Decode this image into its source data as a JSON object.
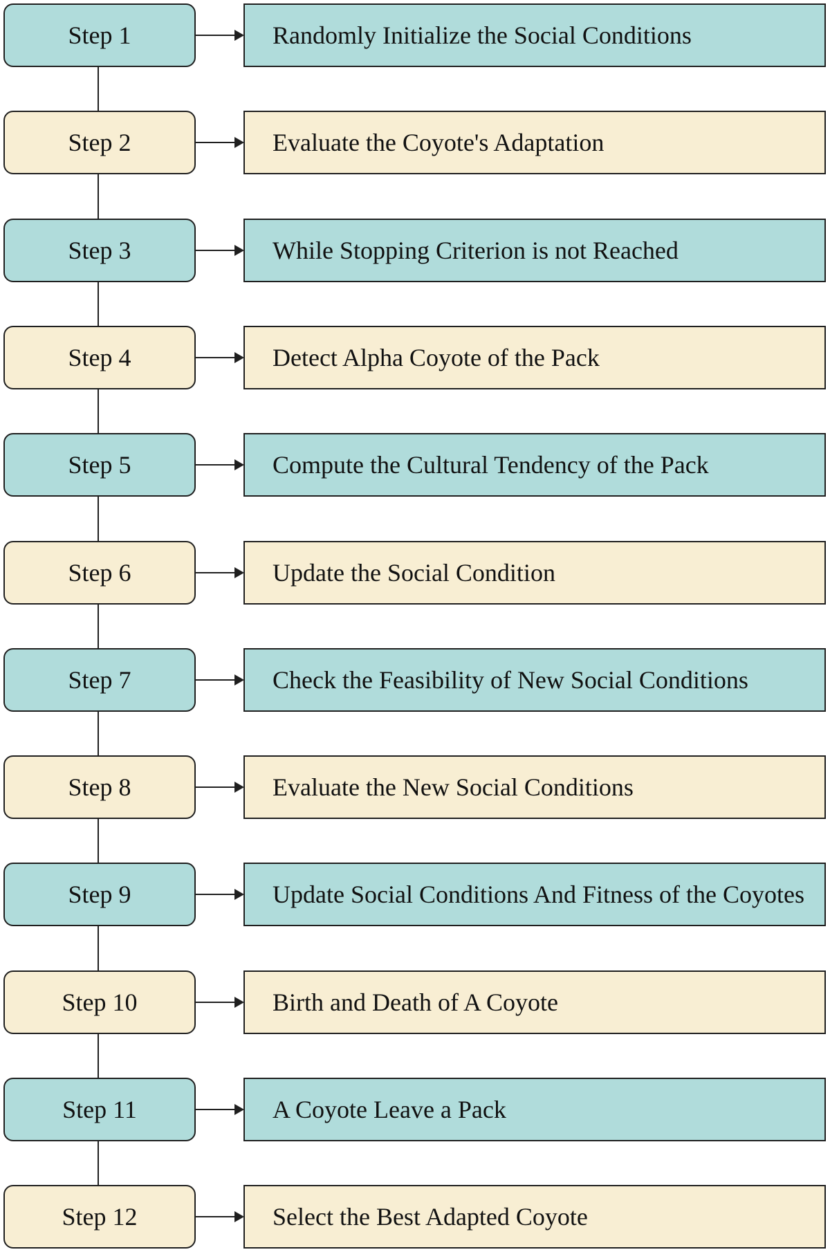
{
  "colors": {
    "teal": "#b0dcdb",
    "cream": "#f8eed3",
    "stroke": "#1f1f1f"
  },
  "steps": [
    {
      "label": "Step 1",
      "text": "Randomly Initialize the Social Conditions",
      "color": "teal"
    },
    {
      "label": "Step 2",
      "text": "Evaluate the Coyote's Adaptation",
      "color": "cream"
    },
    {
      "label": "Step 3",
      "text": "While Stopping Criterion is not Reached",
      "color": "teal"
    },
    {
      "label": "Step 4",
      "text": "Detect Alpha Coyote of the Pack",
      "color": "cream"
    },
    {
      "label": "Step 5",
      "text": "Compute the Cultural Tendency of the Pack",
      "color": "teal"
    },
    {
      "label": "Step 6",
      "text": "Update the Social Condition",
      "color": "cream"
    },
    {
      "label": "Step 7",
      "text": "Check the Feasibility of New Social Conditions",
      "color": "teal"
    },
    {
      "label": "Step 8",
      "text": "Evaluate the New Social Conditions",
      "color": "cream"
    },
    {
      "label": "Step 9",
      "text": "Update Social Conditions And Fitness of the Coyotes",
      "color": "teal"
    },
    {
      "label": "Step 10",
      "text": "Birth and Death of A Coyote",
      "color": "cream"
    },
    {
      "label": "Step 11",
      "text": "A Coyote Leave a Pack",
      "color": "teal"
    },
    {
      "label": "Step 12",
      "text": "Select the Best Adapted Coyote",
      "color": "cream"
    }
  ]
}
